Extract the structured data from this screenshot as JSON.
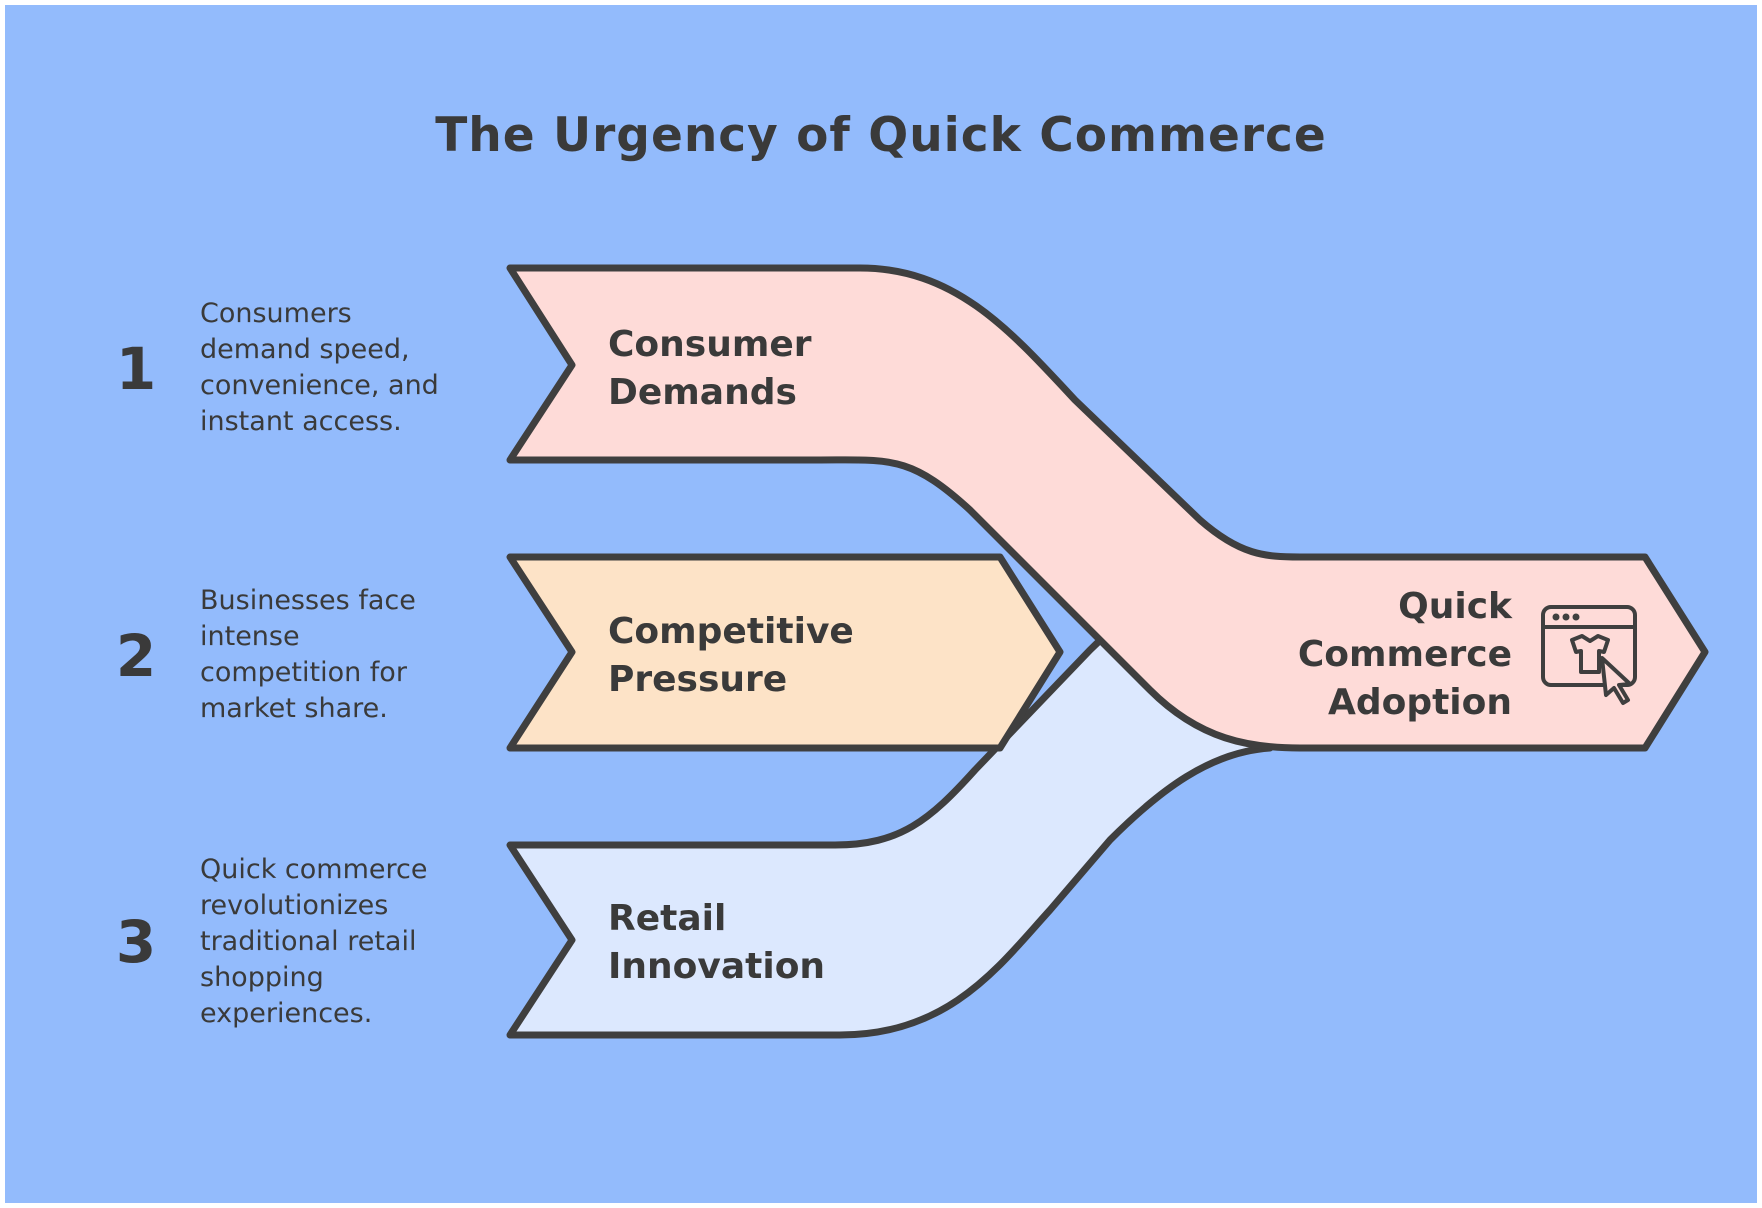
{
  "title": "The Urgency of Quick Commerce",
  "steps": [
    {
      "number": "1",
      "description_lines": [
        "Consumers",
        "demand speed,",
        "convenience, and",
        "instant access."
      ],
      "label_lines": [
        "Consumer",
        "Demands"
      ],
      "color": "#fedbd8"
    },
    {
      "number": "2",
      "description_lines": [
        "Businesses face",
        "intense",
        "competition for",
        "market share."
      ],
      "label_lines": [
        "Competitive",
        "Pressure"
      ],
      "color": "#fde3c7"
    },
    {
      "number": "3",
      "description_lines": [
        "Quick commerce",
        "revolutionizes",
        "traditional retail",
        "shopping",
        "experiences."
      ],
      "label_lines": [
        "Retail",
        "Innovation"
      ],
      "color": "#dce8fe"
    }
  ],
  "outcome": {
    "label_lines": [
      "Quick",
      "Commerce",
      "Adoption"
    ],
    "icon": "online-shopping-icon",
    "color": "#fedbd8"
  },
  "colors": {
    "background": "#93bbfc",
    "stroke": "#3f3f3f",
    "text": "#3a3a3a"
  }
}
